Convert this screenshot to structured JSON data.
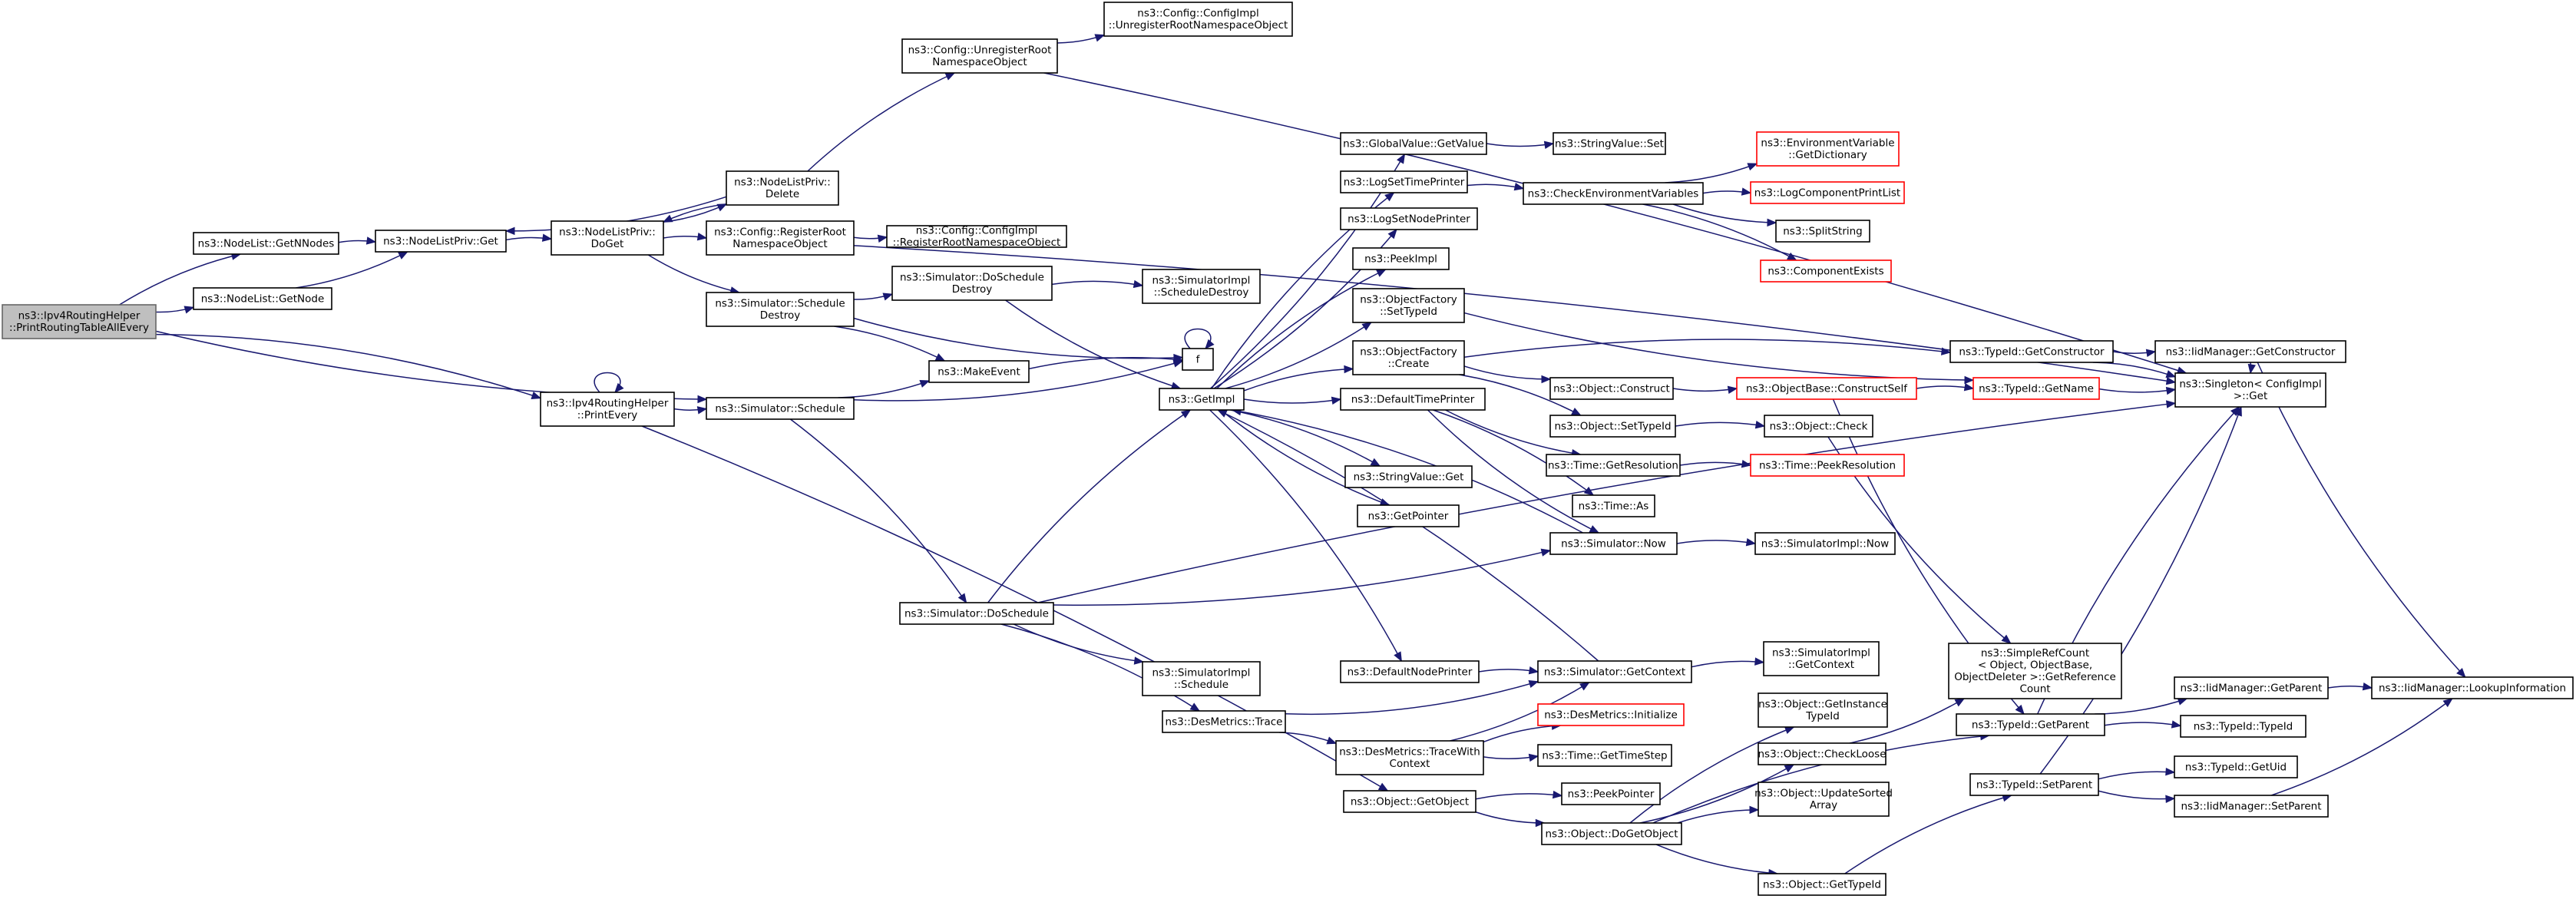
{
  "title": "",
  "colors": {
    "edge": "#191970",
    "root_fill": "#bfbfbf",
    "node_border": "#000000",
    "missing_node_border": "#ff0000"
  },
  "nodes": [
    {
      "id": "root",
      "lines": [
        "ns3::Ipv4RoutingHelper",
        "::PrintRoutingTableAllEvery"
      ],
      "style": "root"
    },
    {
      "id": "getnnodes",
      "lines": [
        "ns3::NodeList::GetNNodes"
      ]
    },
    {
      "id": "getnode",
      "lines": [
        "ns3::NodeList::GetNode"
      ]
    },
    {
      "id": "nlpget",
      "lines": [
        "ns3::NodeListPriv::Get"
      ]
    },
    {
      "id": "nlpdoget",
      "lines": [
        "ns3::NodeListPriv::",
        "DoGet"
      ]
    },
    {
      "id": "nlpdelete",
      "lines": [
        "ns3::NodeListPriv::",
        "Delete"
      ]
    },
    {
      "id": "cfgunreg",
      "lines": [
        "ns3::Config::UnregisterRoot",
        "NamespaceObject"
      ]
    },
    {
      "id": "cfgimplunreg",
      "lines": [
        "ns3::Config::ConfigImpl",
        "::UnregisterRootNamespaceObject"
      ]
    },
    {
      "id": "cfgreg",
      "lines": [
        "ns3::Config::RegisterRoot",
        "NamespaceObject"
      ]
    },
    {
      "id": "cfgimplreg",
      "lines": [
        "ns3::Config::ConfigImpl",
        "::RegisterRootNamespaceObject"
      ]
    },
    {
      "id": "simschdestroy",
      "lines": [
        "ns3::Simulator::Schedule",
        "Destroy"
      ]
    },
    {
      "id": "simdoschdestroy",
      "lines": [
        "ns3::Simulator::DoSchedule",
        "Destroy"
      ]
    },
    {
      "id": "simimplschdestroy",
      "lines": [
        "ns3::SimulatorImpl",
        "::ScheduleDestroy"
      ]
    },
    {
      "id": "printevery",
      "lines": [
        "ns3::Ipv4RoutingHelper",
        "::PrintEvery"
      ]
    },
    {
      "id": "simschedule",
      "lines": [
        "ns3::Simulator::Schedule"
      ]
    },
    {
      "id": "makeevent",
      "lines": [
        "ns3::MakeEvent"
      ]
    },
    {
      "id": "f",
      "lines": [
        "f"
      ]
    },
    {
      "id": "getimpl",
      "lines": [
        "ns3::GetImpl"
      ]
    },
    {
      "id": "simdoschedule",
      "lines": [
        "ns3::Simulator::DoSchedule"
      ]
    },
    {
      "id": "simimplschedule",
      "lines": [
        "ns3::SimulatorImpl",
        "::Schedule"
      ]
    },
    {
      "id": "desmtrace",
      "lines": [
        "ns3::DesMetrics::Trace"
      ]
    },
    {
      "id": "desmtracewith",
      "lines": [
        "ns3::DesMetrics::TraceWith",
        "Context"
      ]
    },
    {
      "id": "desminit",
      "lines": [
        "ns3::DesMetrics::Initialize"
      ],
      "style": "red"
    },
    {
      "id": "timegettimestep",
      "lines": [
        "ns3::Time::GetTimeStep"
      ]
    },
    {
      "id": "objgetobject",
      "lines": [
        "ns3::Object::GetObject"
      ]
    },
    {
      "id": "peekpointer",
      "lines": [
        "ns3::PeekPointer"
      ]
    },
    {
      "id": "objdogetobject",
      "lines": [
        "ns3::Object::DoGetObject"
      ]
    },
    {
      "id": "globalgetvalue",
      "lines": [
        "ns3::GlobalValue::GetValue"
      ]
    },
    {
      "id": "stringvalueset",
      "lines": [
        "ns3::StringValue::Set"
      ]
    },
    {
      "id": "logsettimeprinter",
      "lines": [
        "ns3::LogSetTimePrinter"
      ]
    },
    {
      "id": "checkenv",
      "lines": [
        "ns3::CheckEnvironmentVariables"
      ]
    },
    {
      "id": "envvardict",
      "lines": [
        "ns3::EnvironmentVariable",
        "::GetDictionary"
      ],
      "style": "red"
    },
    {
      "id": "logcomplist",
      "lines": [
        "ns3::LogComponentPrintList"
      ],
      "style": "red"
    },
    {
      "id": "splitstring",
      "lines": [
        "ns3::SplitString"
      ]
    },
    {
      "id": "compexists",
      "lines": [
        "ns3::ComponentExists"
      ],
      "style": "red"
    },
    {
      "id": "logsetnodeprinter",
      "lines": [
        "ns3::LogSetNodePrinter"
      ]
    },
    {
      "id": "peekimpl",
      "lines": [
        "ns3::PeekImpl"
      ]
    },
    {
      "id": "objfactsettypeid",
      "lines": [
        "ns3::ObjectFactory",
        "::SetTypeId"
      ]
    },
    {
      "id": "objfactcreate",
      "lines": [
        "ns3::ObjectFactory",
        "::Create"
      ]
    },
    {
      "id": "defaulttimeprinter",
      "lines": [
        "ns3::DefaultTimePrinter"
      ]
    },
    {
      "id": "stringvalueget",
      "lines": [
        "ns3::StringValue::Get"
      ]
    },
    {
      "id": "getpointer",
      "lines": [
        "ns3::GetPointer"
      ]
    },
    {
      "id": "defaultnodeprinter",
      "lines": [
        "ns3::DefaultNodePrinter"
      ]
    },
    {
      "id": "simgetcontext",
      "lines": [
        "ns3::Simulator::GetContext"
      ]
    },
    {
      "id": "simimplgetcontext",
      "lines": [
        "ns3::SimulatorImpl",
        "::GetContext"
      ]
    },
    {
      "id": "objconstruct",
      "lines": [
        "ns3::Object::Construct"
      ]
    },
    {
      "id": "objsettypeid",
      "lines": [
        "ns3::Object::SetTypeId"
      ]
    },
    {
      "id": "timegetres",
      "lines": [
        "ns3::Time::GetResolution"
      ]
    },
    {
      "id": "timeas",
      "lines": [
        "ns3::Time::As"
      ]
    },
    {
      "id": "simnow",
      "lines": [
        "ns3::Simulator::Now"
      ]
    },
    {
      "id": "simimplnow",
      "lines": [
        "ns3::SimulatorImpl::Now"
      ]
    },
    {
      "id": "objbaseconstruct",
      "lines": [
        "ns3::ObjectBase::ConstructSelf"
      ],
      "style": "red"
    },
    {
      "id": "objcheck",
      "lines": [
        "ns3::Object::Check"
      ]
    },
    {
      "id": "timepeekres",
      "lines": [
        "ns3::Time::PeekResolution"
      ],
      "style": "red"
    },
    {
      "id": "objgetinstance",
      "lines": [
        "ns3::Object::GetInstance",
        "TypeId"
      ]
    },
    {
      "id": "objcheckloose",
      "lines": [
        "ns3::Object::CheckLoose"
      ]
    },
    {
      "id": "objupdatesorted",
      "lines": [
        "ns3::Object::UpdateSorted",
        "Array"
      ]
    },
    {
      "id": "objgettypeid",
      "lines": [
        "ns3::Object::GetTypeId"
      ]
    },
    {
      "id": "typeidgetconstructor",
      "lines": [
        "ns3::TypeId::GetConstructor"
      ]
    },
    {
      "id": "typeidgetname",
      "lines": [
        "ns3::TypeId::GetName"
      ],
      "style": "red"
    },
    {
      "id": "simplerefcount",
      "lines": [
        "ns3::SimpleRefCount",
        "< Object, ObjectBase,",
        "ObjectDeleter >::GetReference",
        "Count"
      ]
    },
    {
      "id": "typeidgetparent",
      "lines": [
        "ns3::TypeId::GetParent"
      ]
    },
    {
      "id": "typeidsetparent",
      "lines": [
        "ns3::TypeId::SetParent"
      ]
    },
    {
      "id": "iidmgrgetconstructor",
      "lines": [
        "ns3::IidManager::GetConstructor"
      ]
    },
    {
      "id": "singletonget",
      "lines": [
        "ns3::Singleton< ConfigImpl",
        ">::Get"
      ]
    },
    {
      "id": "iidmgrgetparent",
      "lines": [
        "ns3::IidManager::GetParent"
      ]
    },
    {
      "id": "typeidtypeid",
      "lines": [
        "ns3::TypeId::TypeId"
      ]
    },
    {
      "id": "typeidgetuid",
      "lines": [
        "ns3::TypeId::GetUid"
      ]
    },
    {
      "id": "iidmgrsetparent",
      "lines": [
        "ns3::IidManager::SetParent"
      ]
    },
    {
      "id": "iidmgrlookup",
      "lines": [
        "ns3::IidManager::LookupInformation"
      ]
    }
  ],
  "edges": [
    [
      "root",
      "getnnodes"
    ],
    [
      "root",
      "getnode"
    ],
    [
      "root",
      "printevery"
    ],
    [
      "root",
      "simschedule"
    ],
    [
      "getnnodes",
      "nlpget"
    ],
    [
      "getnode",
      "nlpget"
    ],
    [
      "nlpget",
      "nlpdoget"
    ],
    [
      "nlpdoget",
      "nlpdelete"
    ],
    [
      "nlpdoget",
      "cfgreg"
    ],
    [
      "nlpdoget",
      "simschdestroy"
    ],
    [
      "nlpdelete",
      "nlpget"
    ],
    [
      "nlpdelete",
      "nlpdoget"
    ],
    [
      "nlpdelete",
      "cfgunreg"
    ],
    [
      "cfgunreg",
      "cfgimplunreg"
    ],
    [
      "cfgunreg",
      "singletonget"
    ],
    [
      "cfgreg",
      "cfgimplreg"
    ],
    [
      "cfgreg",
      "singletonget"
    ],
    [
      "simschdestroy",
      "simdoschdestroy"
    ],
    [
      "simschdestroy",
      "makeevent"
    ],
    [
      "simschdestroy",
      "f"
    ],
    [
      "simdoschdestroy",
      "simimplschdestroy"
    ],
    [
      "simdoschdestroy",
      "getimpl"
    ],
    [
      "printevery",
      "printevery"
    ],
    [
      "printevery",
      "simschedule"
    ],
    [
      "printevery",
      "objgetobject"
    ],
    [
      "simschedule",
      "makeevent"
    ],
    [
      "simschedule",
      "simdoschedule"
    ],
    [
      "simschedule",
      "f"
    ],
    [
      "makeevent",
      "f"
    ],
    [
      "f",
      "f"
    ],
    [
      "simdoschedule",
      "getimpl"
    ],
    [
      "simdoschedule",
      "simimplschedule"
    ],
    [
      "simdoschedule",
      "desmtrace"
    ],
    [
      "simdoschedule",
      "simnow"
    ],
    [
      "simdoschedule",
      "singletonget"
    ],
    [
      "desmtrace",
      "simgetcontext"
    ],
    [
      "desmtrace",
      "desmtracewith"
    ],
    [
      "desmtracewith",
      "simgetcontext"
    ],
    [
      "desmtracewith",
      "desminit"
    ],
    [
      "desmtracewith",
      "timegettimestep"
    ],
    [
      "objgetobject",
      "peekpointer"
    ],
    [
      "objgetobject",
      "objdogetobject"
    ],
    [
      "objdogetobject",
      "objgetinstance"
    ],
    [
      "objdogetobject",
      "objcheckloose"
    ],
    [
      "objdogetobject",
      "objupdatesorted"
    ],
    [
      "objdogetobject",
      "objgettypeid"
    ],
    [
      "objdogetobject",
      "typeidgetparent"
    ],
    [
      "getimpl",
      "globalgetvalue"
    ],
    [
      "getimpl",
      "logsettimeprinter"
    ],
    [
      "getimpl",
      "logsetnodeprinter"
    ],
    [
      "getimpl",
      "peekimpl"
    ],
    [
      "getimpl",
      "objfactsettypeid"
    ],
    [
      "getimpl",
      "objfactcreate"
    ],
    [
      "getimpl",
      "defaulttimeprinter"
    ],
    [
      "getimpl",
      "stringvalueget"
    ],
    [
      "getimpl",
      "getpointer"
    ],
    [
      "getimpl",
      "defaultnodeprinter"
    ],
    [
      "globalgetvalue",
      "stringvalueset"
    ],
    [
      "logsettimeprinter",
      "checkenv"
    ],
    [
      "checkenv",
      "envvardict"
    ],
    [
      "checkenv",
      "logcomplist"
    ],
    [
      "checkenv",
      "splitstring"
    ],
    [
      "checkenv",
      "compexists"
    ],
    [
      "objfactsettypeid",
      "typeidgetname"
    ],
    [
      "objfactcreate",
      "typeidgetconstructor"
    ],
    [
      "objfactcreate",
      "objconstruct"
    ],
    [
      "objfactcreate",
      "objsettypeid"
    ],
    [
      "defaulttimeprinter",
      "timegetres"
    ],
    [
      "defaulttimeprinter",
      "timeas"
    ],
    [
      "defaulttimeprinter",
      "simnow"
    ],
    [
      "defaultnodeprinter",
      "simgetcontext"
    ],
    [
      "simgetcontext",
      "getimpl"
    ],
    [
      "simgetcontext",
      "simimplgetcontext"
    ],
    [
      "simnow",
      "getimpl"
    ],
    [
      "simnow",
      "simimplnow"
    ],
    [
      "objconstruct",
      "objbaseconstruct"
    ],
    [
      "objbaseconstruct",
      "typeidgetname"
    ],
    [
      "objbaseconstruct",
      "typeidgetparent"
    ],
    [
      "objsettypeid",
      "objcheck"
    ],
    [
      "objcheck",
      "simplerefcount"
    ],
    [
      "timegetres",
      "timepeekres"
    ],
    [
      "objcheckloose",
      "simplerefcount"
    ],
    [
      "objgettypeid",
      "typeidsetparent"
    ],
    [
      "typeidgetconstructor",
      "iidmgrgetconstructor"
    ],
    [
      "typeidgetconstructor",
      "singletonget"
    ],
    [
      "typeidgetname",
      "singletonget"
    ],
    [
      "iidmgrgetconstructor",
      "singletonget"
    ],
    [
      "iidmgrgetconstructor",
      "iidmgrlookup"
    ],
    [
      "typeidgetparent",
      "singletonget"
    ],
    [
      "typeidgetparent",
      "iidmgrgetparent"
    ],
    [
      "typeidgetparent",
      "typeidtypeid"
    ],
    [
      "typeidsetparent",
      "singletonget"
    ],
    [
      "typeidsetparent",
      "typeidgetuid"
    ],
    [
      "typeidsetparent",
      "iidmgrsetparent"
    ],
    [
      "iidmgrgetparent",
      "iidmgrlookup"
    ],
    [
      "iidmgrsetparent",
      "iidmgrlookup"
    ]
  ]
}
